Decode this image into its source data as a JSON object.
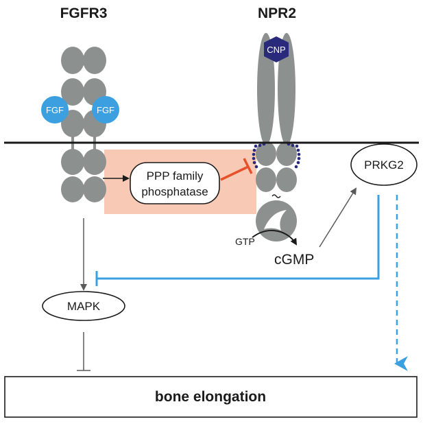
{
  "receptors": {
    "left": "FGFR3",
    "right": "NPR2"
  },
  "ligands": {
    "fgf_left": "FGF",
    "fgf_right": "FGF",
    "cnp": "CNP"
  },
  "nodes": {
    "phosphatase_line1": "PPP family",
    "phosphatase_line2": "phosphatase",
    "prkg2": "PRKG2",
    "mapk": "MAPK",
    "gtp": "GTP",
    "cgmp": "cGMP"
  },
  "outcome": {
    "label": "bone elongation"
  },
  "colors": {
    "receptor": "#8c9190",
    "fgf": "#3b9fe0",
    "cnp": "#2a2a7c",
    "inhibition": "#e8502a",
    "highlight": "#f8c9b4",
    "cgmp_signal": "#3aa0e0",
    "membrane": "#1a1a1a"
  }
}
